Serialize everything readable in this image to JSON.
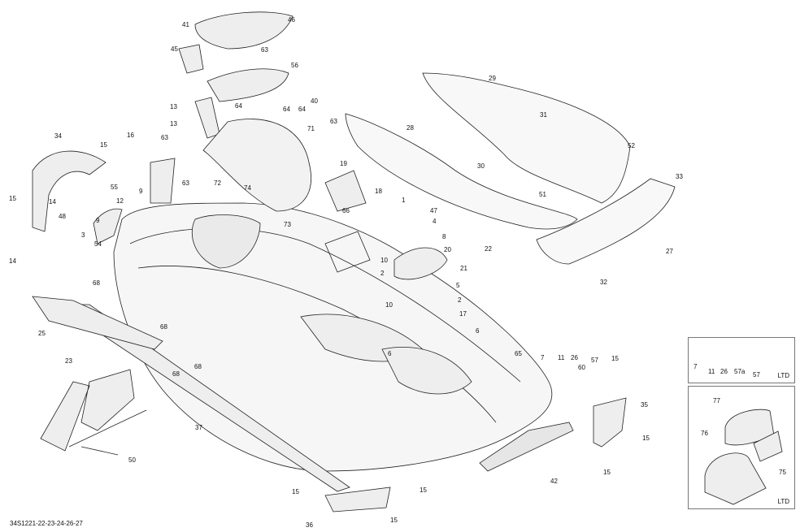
{
  "diagram_code": "34S1221-22-23-24-26-27",
  "callouts": [
    "41",
    "46",
    "45",
    "63",
    "56",
    "13",
    "64",
    "64",
    "64",
    "40",
    "13",
    "71",
    "63",
    "34",
    "16",
    "15",
    "63",
    "28",
    "29",
    "31",
    "52",
    "33",
    "19",
    "18",
    "30",
    "55",
    "9",
    "12",
    "63",
    "72",
    "74",
    "15",
    "14",
    "48",
    "9",
    "73",
    "1",
    "47",
    "4",
    "8",
    "20",
    "51",
    "27",
    "3",
    "54",
    "66",
    "10",
    "22",
    "14",
    "2",
    "21",
    "5",
    "32",
    "68",
    "2",
    "17",
    "10",
    "25",
    "68",
    "6",
    "6",
    "65",
    "68",
    "23",
    "68",
    "7",
    "11",
    "26",
    "60",
    "57",
    "15",
    "35",
    "37",
    "15",
    "15",
    "50",
    "42",
    "15",
    "15",
    "36",
    "15"
  ],
  "ltd_box_1": {
    "callouts": [
      "7",
      "11",
      "26",
      "57a",
      "57"
    ],
    "tag": "LTD"
  },
  "ltd_box_2": {
    "callouts": [
      "77",
      "76",
      "75"
    ],
    "tag": "LTD"
  },
  "colors": {
    "line": "#222222",
    "fill": "#f4f4f4",
    "frame": "#777777"
  }
}
